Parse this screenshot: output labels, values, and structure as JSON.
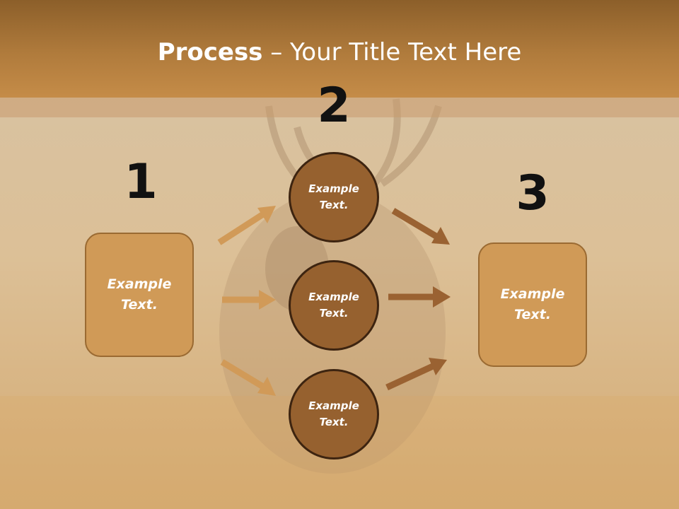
{
  "title": {
    "bold": "Process",
    "rest": " – Your Title Text Here"
  },
  "numbers": [
    "1",
    "2",
    "3"
  ],
  "left_box": {
    "text": "Example Text."
  },
  "right_box": {
    "text": "Example Text."
  },
  "circles": [
    {
      "text": "Example Text."
    },
    {
      "text": "Example Text."
    },
    {
      "text": "Example Text."
    }
  ],
  "colors": {
    "header": "#b07b3c",
    "box_fill": "#d09a57",
    "circle_fill": "#96612f",
    "arrow_light": "#d19a58",
    "arrow_dark": "#9a6232"
  },
  "icons": [
    "arrow-icon"
  ]
}
